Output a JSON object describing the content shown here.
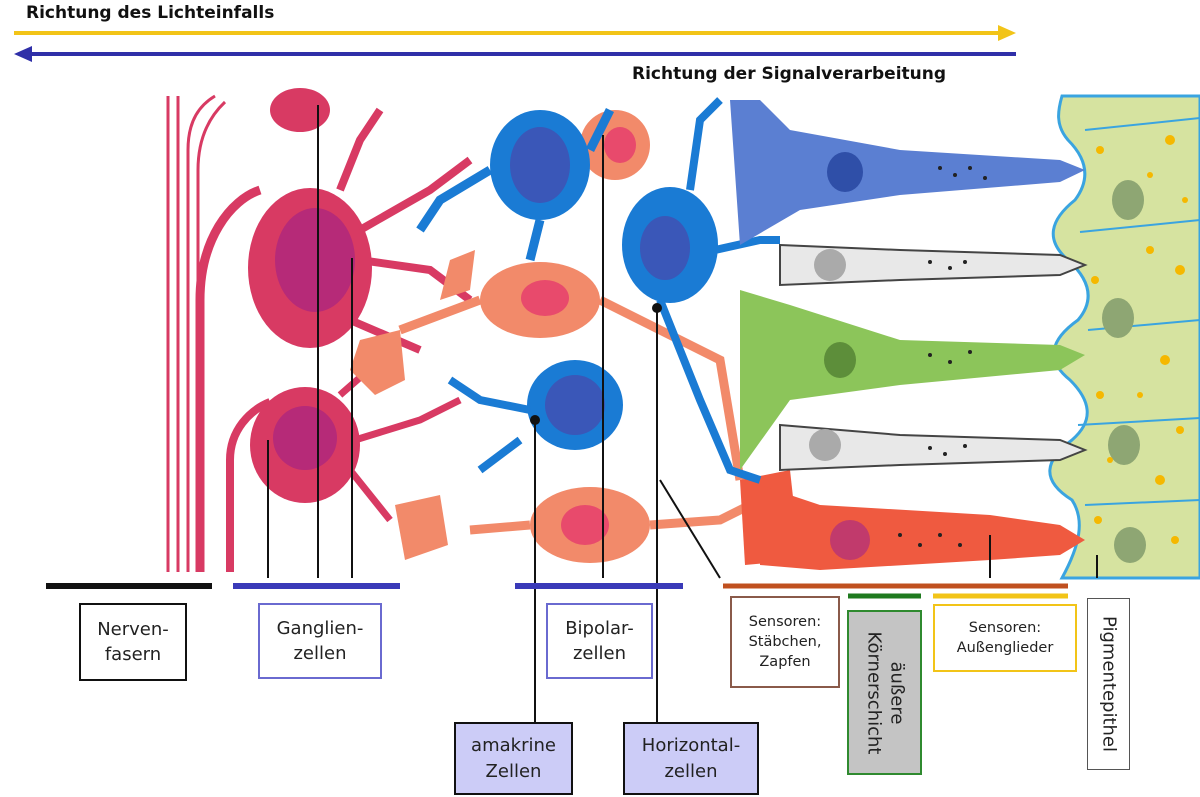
{
  "headers": {
    "light_direction": "Richtung des Lichteinfalls",
    "signal_direction": "Richtung der Signalverarbeitung"
  },
  "labels": {
    "nerve_fibers": "Nerven-\nfasern",
    "ganglion_cells": "Ganglien-\nzellen",
    "bipolar_cells": "Bipolar-\nzellen",
    "amacrine_cells": "amakrine\nZellen",
    "horizontal_cells": "Horizontal-\nzellen",
    "sensors_rods_cones": "Sensoren:\nStäbchen,\nZapfen",
    "outer_nuclear_layer": "äußere\nKörnerschicht",
    "sensors_outer_segments": "Sensoren:\nAußenglieder",
    "pigment_epithelium": "Pigmentepithel"
  },
  "colors": {
    "light_arrow": "#f2c418",
    "signal_arrow": "#2f2fa8",
    "ganglion": "#d83a63",
    "bipolar": "#1a7bd4",
    "horizontal_amacrine": "#f28a6a",
    "rods": "#e8e8e8",
    "cone_blue": "#5b7fd2",
    "cone_green": "#8cc55a",
    "cone_red": "#ef5a40",
    "pigment": "#d6e3a0",
    "label_box_fill_highlight": "#ccccf7"
  }
}
